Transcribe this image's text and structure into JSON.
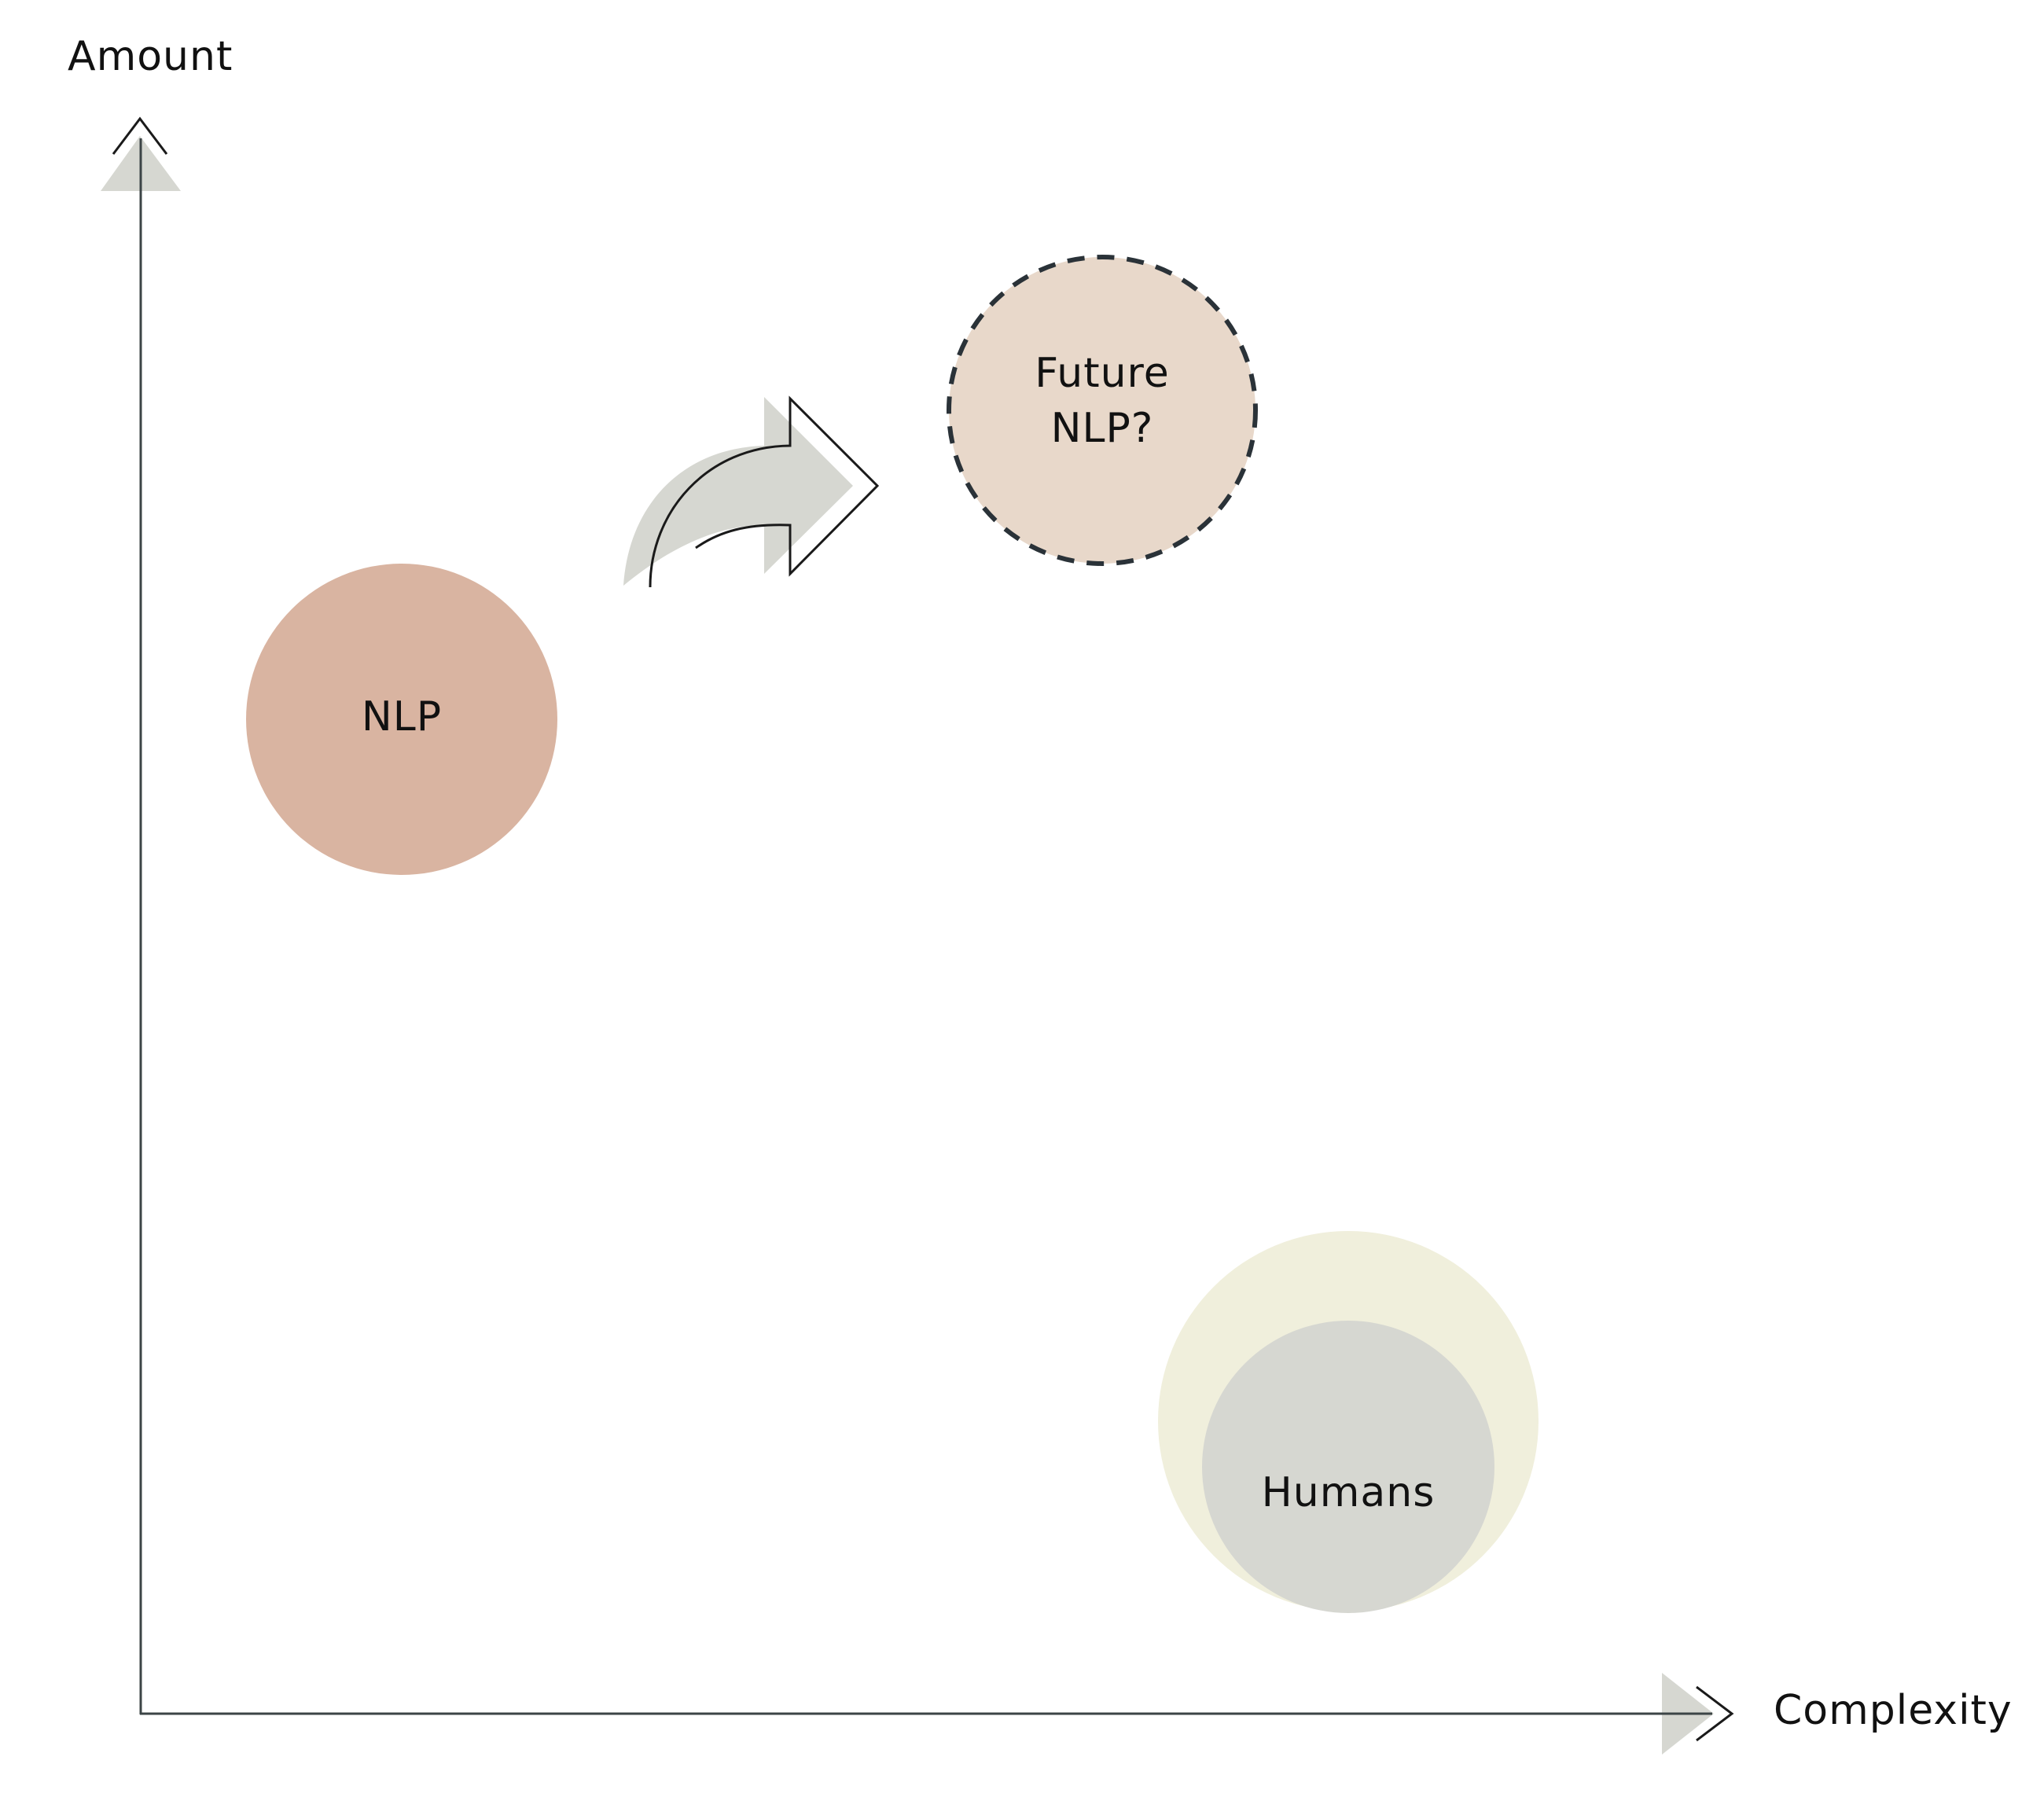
{
  "axes": {
    "y_label": "Amount",
    "x_label": "Complexity",
    "line_color": "#3c4446",
    "arrowhead_fill": "#d6d7d1"
  },
  "nodes": {
    "nlp": {
      "label": "NLP",
      "fill": "#d9b4a1"
    },
    "future_nlp": {
      "line1": "Future",
      "line2": "NLP?",
      "fill": "#e8d8ca",
      "stroke": "#2a3238",
      "stroke_style": "dashed"
    },
    "humans": {
      "label": "Humans",
      "outer_fill": "#f0efdc",
      "inner_fill": "#d6d7d1"
    }
  },
  "transition_arrow": {
    "from": "NLP",
    "to": "Future NLP?",
    "shadow_fill": "#d6d7d1",
    "outline_color": "#1a1a1a"
  }
}
